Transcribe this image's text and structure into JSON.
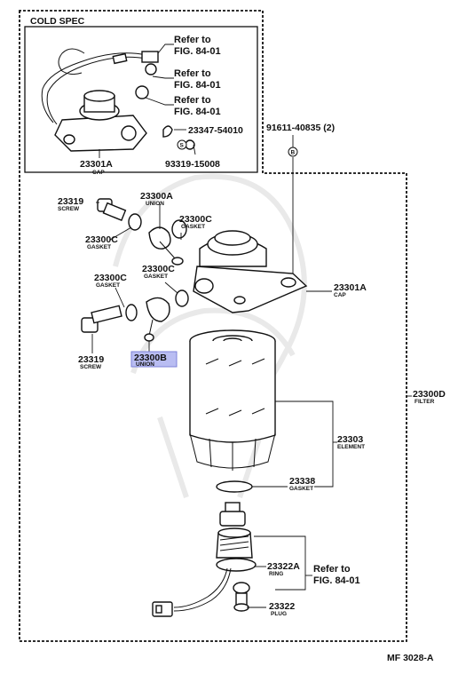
{
  "diagram": {
    "cold_spec_title": "COLD SPEC",
    "refs": {
      "r1_line1": "Refer to",
      "r1_line2": "FIG. 84-01",
      "r2_line1": "Refer to",
      "r2_line2": "FIG. 84-01",
      "r3_line1": "Refer to",
      "r3_line2": "FIG. 84-01",
      "r4_line1": "Refer to",
      "r4_line2": "FIG. 84-01"
    },
    "inset_parts": {
      "p23347": "23347-54010",
      "p93319": "93319-15008",
      "s_symbol": "S",
      "cap_num": "23301A",
      "cap_name": "CAP"
    },
    "bolt": {
      "num": "91611-40835 (2)",
      "symbol": "B"
    },
    "parts": {
      "screw_top_num": "23319",
      "screw_top_name": "SCREW",
      "union_a_num": "23300A",
      "union_a_name": "UNION",
      "gasket_c1_num": "23300C",
      "gasket_c1_name": "GASKET",
      "gasket_c2_num": "23300C",
      "gasket_c2_name": "GASKET",
      "gasket_c3_num": "23300C",
      "gasket_c3_name": "GASKET",
      "gasket_c4_num": "23300C",
      "gasket_c4_name": "GASKET",
      "screw_bot_num": "23319",
      "screw_bot_name": "SCREW",
      "union_b_num": "23300B",
      "union_b_name": "UNION",
      "cap_num": "23301A",
      "cap_name": "CAP",
      "filter_num": "23300D",
      "filter_name": "FILTER",
      "element_num": "23303",
      "element_name": "ELEMENT",
      "gasket_e_num": "23338",
      "gasket_e_name": "GASKET",
      "ring_num": "23322A",
      "ring_name": "RING",
      "plug_num": "23322",
      "plug_name": "PLUG"
    },
    "footer_code": "MF 3028-A",
    "highlight_color": "#b9bdf2"
  }
}
